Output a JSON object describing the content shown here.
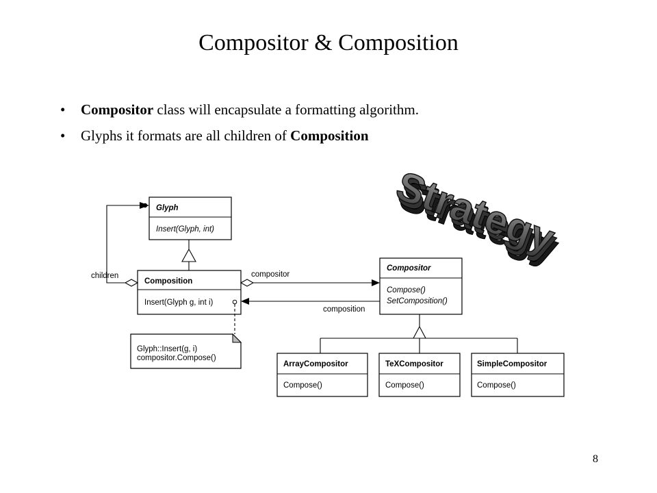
{
  "slide": {
    "title": "Compositor & Composition",
    "page_number": "8",
    "bullets": [
      {
        "bold": "Compositor",
        "rest": " class will encapsulate a formatting algorithm."
      },
      {
        "pre": "Glyphs it formats are all children of ",
        "bold": "Composition"
      }
    ],
    "bullet_glyph": "•"
  },
  "stamp": {
    "text": "Strategy"
  },
  "diagram": {
    "glyph": {
      "name": "Glyph",
      "ops": [
        "Insert(Glyph, int)"
      ]
    },
    "composition": {
      "name": "Composition",
      "ops": [
        "Insert(Glyph g, int i)"
      ]
    },
    "compositor": {
      "name": "Compositor",
      "ops": [
        "Compose()",
        "SetComposition()"
      ]
    },
    "array_compositor": {
      "name": "ArrayCompositor",
      "ops": [
        "Compose()"
      ]
    },
    "tex_compositor": {
      "name": "TeXCompositor",
      "ops": [
        "Compose()"
      ]
    },
    "simple_compositor": {
      "name": "SimpleCompositor",
      "ops": [
        "Compose()"
      ]
    },
    "note": {
      "lines": [
        "Glyph::Insert(g, i)",
        "compositor.Compose()"
      ]
    },
    "labels": {
      "children": "children",
      "compositor": "compositor",
      "composition": "composition"
    }
  }
}
